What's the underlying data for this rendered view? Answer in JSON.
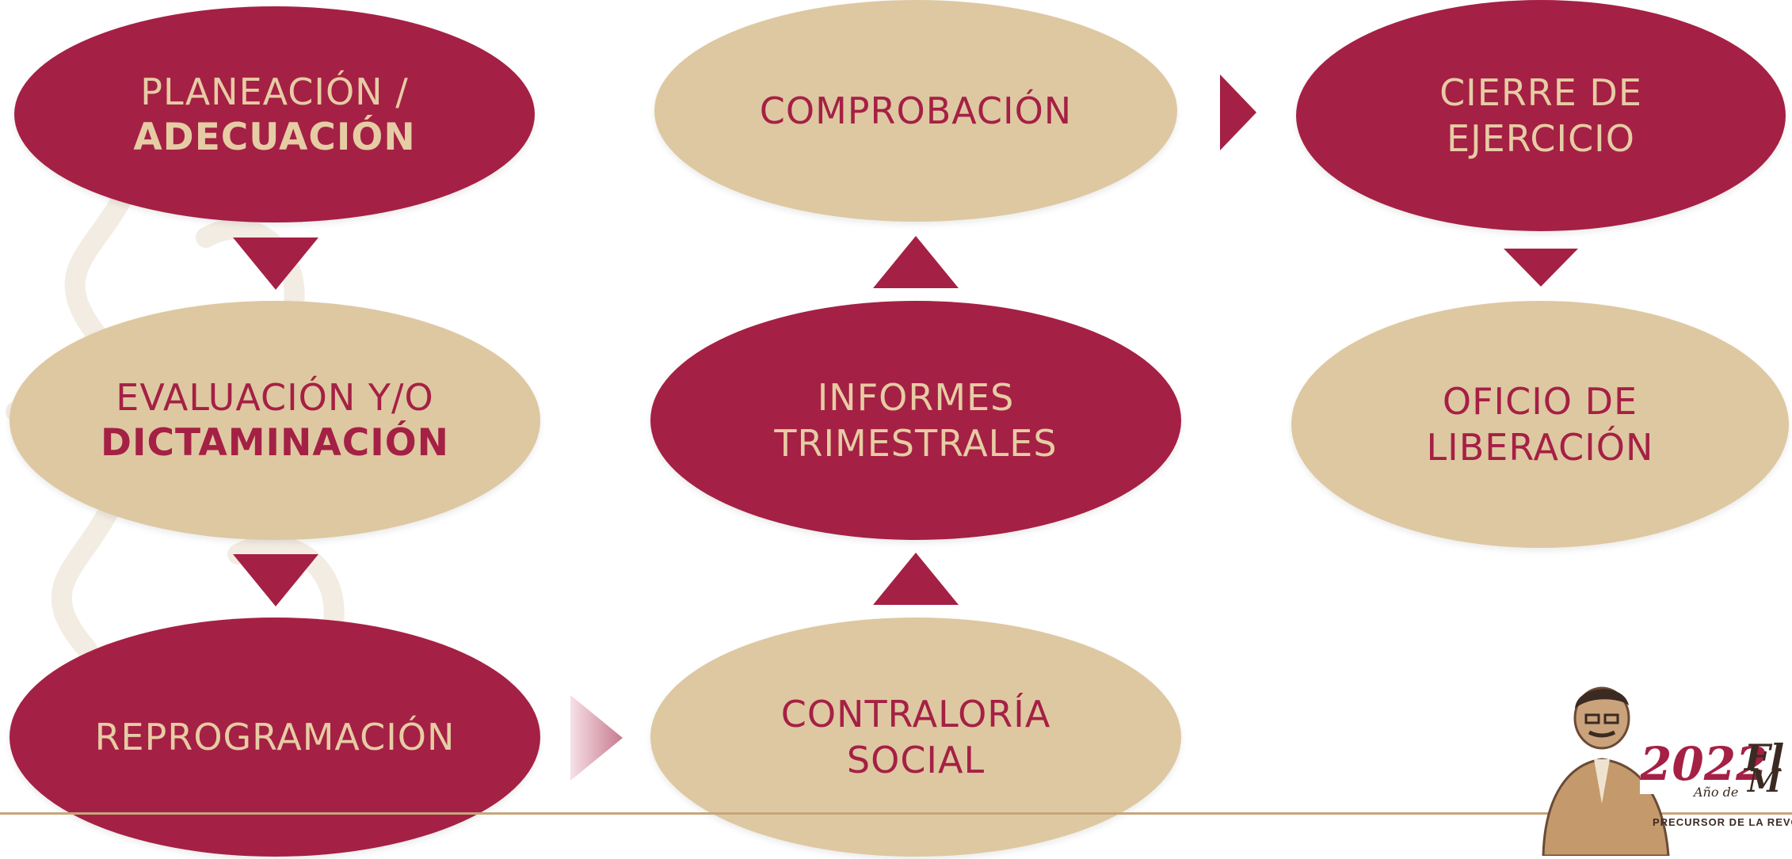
{
  "nodes": {
    "planeacion": {
      "line1": "PLANEACIÓN /",
      "line2": "ADECUACIÓN"
    },
    "comprobacion": {
      "line1": "COMPROBACIÓN"
    },
    "cierre": {
      "line1": "CIERRE DE",
      "line2": "EJERCICIO"
    },
    "evaluacion": {
      "line1": "EVALUACIÓN Y/O",
      "line2": "DICTAMINACIÓN"
    },
    "informes": {
      "line1": "INFORMES",
      "line2": "TRIMESTRALES"
    },
    "oficio": {
      "line1": "OFICIO DE",
      "line2": "LIBERACIÓN"
    },
    "reprogramacion": {
      "line1": "REPROGRAMACIÓN"
    },
    "contraloria": {
      "line1": "CONTRALORÍA",
      "line2": "SOCIAL"
    }
  },
  "logo": {
    "year": "2022",
    "prefix": "Año de",
    "name_partial": "Fl",
    "name_partial2": "M",
    "subtitle": "PRECURSOR DE LA REVOLUCI"
  },
  "colors": {
    "dark": "#a52045",
    "light": "#dec8a1",
    "text_light": "#e6cca4",
    "rule": "#c7a57b"
  }
}
